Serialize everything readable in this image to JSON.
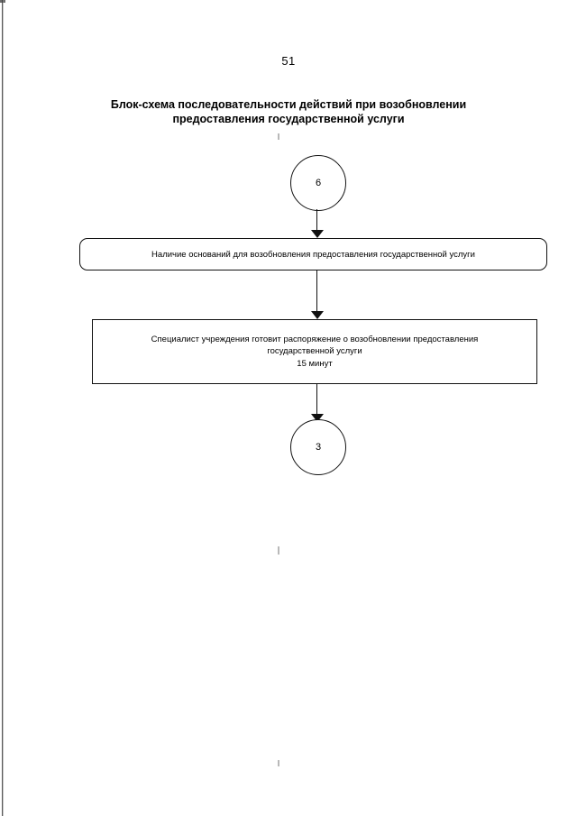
{
  "page": {
    "number": "51",
    "title_line_1": "Блок-схема последовательности действий при возобновлении",
    "title_line_2": "предоставления государственной услуги"
  },
  "flowchart": {
    "type": "flowchart",
    "orientation": "top-to-bottom",
    "nodes": [
      {
        "id": "connector-6",
        "shape": "circle",
        "label": "6"
      },
      {
        "id": "condition-grounds",
        "shape": "stadium",
        "label": "Наличие оснований для возобновления предоставления государственной услуги"
      },
      {
        "id": "action-prepare-order",
        "shape": "rectangle",
        "line_1": "Специалист учреждения готовит распоряжение о возобновлении предоставления",
        "line_2": "государственной услуги",
        "line_3": "15 минут"
      },
      {
        "id": "connector-3",
        "shape": "circle",
        "label": "3"
      }
    ],
    "edges": [
      {
        "from": "connector-6",
        "to": "condition-grounds",
        "style": "solid-arrow"
      },
      {
        "from": "condition-grounds",
        "to": "action-prepare-order",
        "style": "solid-arrow"
      },
      {
        "from": "action-prepare-order",
        "to": "connector-3",
        "style": "solid-arrow"
      }
    ]
  },
  "colors": {
    "ink": "#111111",
    "paper": "#ffffff"
  }
}
